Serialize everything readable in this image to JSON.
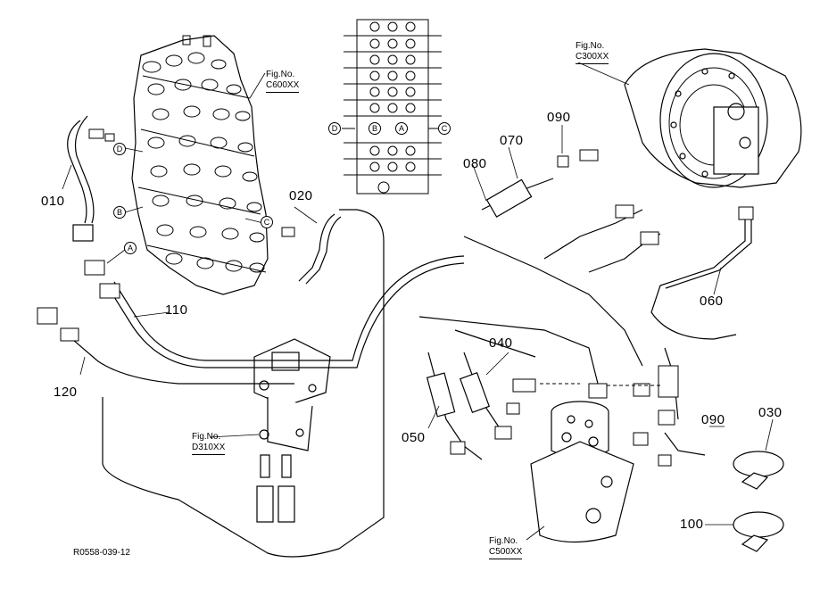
{
  "part_labels": {
    "p010": "010",
    "p020": "020",
    "p030": "030",
    "p040": "040",
    "p050": "050",
    "p060": "060",
    "p070": "070",
    "p080": "080",
    "p090a": "090",
    "p090b": "090",
    "p100": "100",
    "p110": "110",
    "p120": "120"
  },
  "figure_refs": {
    "control_valve": {
      "fig_no": "Fig.No.",
      "code": "C600XX"
    },
    "travel_motor": {
      "fig_no": "Fig.No.",
      "code": "C300XX"
    },
    "pilot_valve": {
      "fig_no": "Fig.No.",
      "code": "D310XX"
    },
    "swivel_joint": {
      "fig_no": "Fig.No.",
      "code": "C500XX"
    }
  },
  "circled_markers": {
    "A": "A",
    "B": "B",
    "C": "C",
    "D": "D"
  },
  "drawing_ref": "R0558-039-12"
}
